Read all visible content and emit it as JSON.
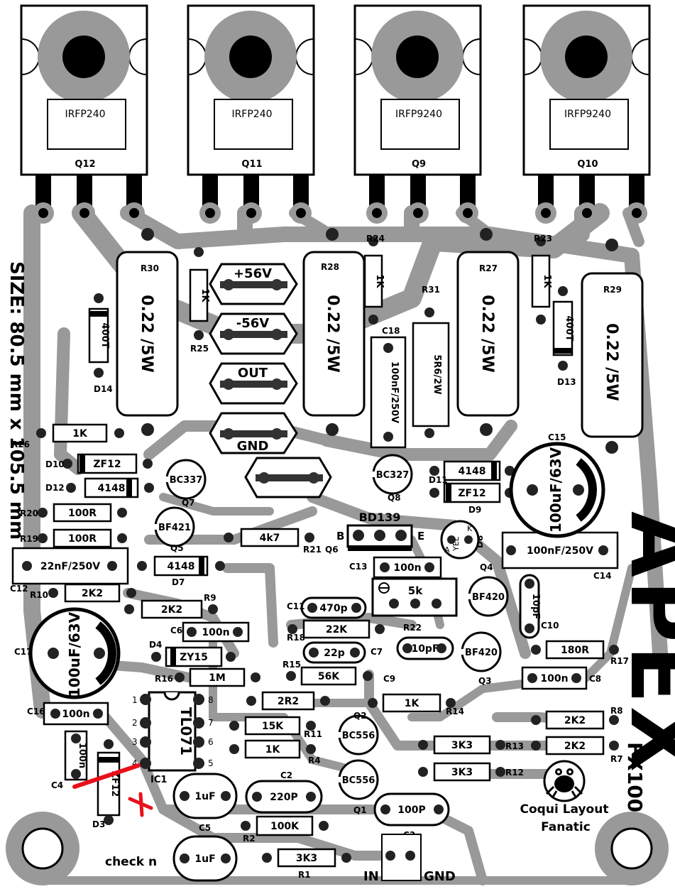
{
  "board": {
    "size_label": "SIZE: 80.5 mm x 105.5 mm",
    "brand_apex": "APEX",
    "model": "FX100",
    "credit_line1": "Coqui Layout",
    "credit_line2": "Fanatic",
    "note": "check n",
    "conn_in": "IN",
    "conn_gnd": "GND"
  },
  "transistors_power": [
    {
      "ref": "Q12",
      "part": "IRFP240"
    },
    {
      "ref": "Q11",
      "part": "IRFP240"
    },
    {
      "ref": "Q9",
      "part": "IRFP9240"
    },
    {
      "ref": "Q10",
      "part": "IRFP9240"
    }
  ],
  "terminals": {
    "pos": "+56V",
    "neg": "-56V",
    "out": "OUT",
    "gnd": "GND"
  },
  "resistors": {
    "R30": "0.22 /5W",
    "R28": "0.22 /5W",
    "R27": "0.22 /5W",
    "R29": "0.22 /5W",
    "R25": "1K",
    "R24": "1K",
    "R23": "1K",
    "R31": "5R6/2W",
    "R26": "1K",
    "R20": "100R",
    "R19": "100R",
    "R10": "2K2",
    "R9": "2K2",
    "R21": "4k7",
    "R18": "22K",
    "R15": "56K",
    "R16": "1M",
    "R14": "1K",
    "R11": "15K",
    "R4": "1K",
    "R13": "3K3",
    "R12": "3K3",
    "R8": "2K2",
    "R7": "2K2",
    "R17": "180R",
    "R2": "100K",
    "R1": "3K3",
    "R22": "5k",
    "R_misc": "2R2"
  },
  "diodes": {
    "D14": "400T",
    "D13": "400T",
    "D10": "ZF12",
    "D12": "4148",
    "D11": "4148",
    "D9": "ZF12",
    "D7": "4148",
    "D4": "ZY15",
    "D3": "ZF12",
    "D8": "YEL"
  },
  "capacitors": {
    "C18": "100nF/250V",
    "C15": "100uF/63V",
    "C14": "100nF/250V",
    "C12": "22nF/250V",
    "C17": "100uF/63V",
    "C16": "100n",
    "C6": "100n",
    "C13": "100n",
    "C11": "470p",
    "C7": "22p",
    "C10": "10pF",
    "C_misc": "10pF",
    "C8": "100n",
    "C4": "100n",
    "C2": "220P",
    "C3": "100P",
    "C5a": "1uF",
    "C5b": "1uF"
  },
  "small_transistors": {
    "Q7": "BC337",
    "Q8": "BC327",
    "Q5": "BF421",
    "Q4": "BF420",
    "Q3": "BF420",
    "Q2": "BC556",
    "Q1": "BC556",
    "Q6": "BD139"
  },
  "ic": {
    "ref": "IC1",
    "part": "TL071",
    "pins": [
      "1",
      "2",
      "3",
      "4",
      "8",
      "7",
      "6",
      "5"
    ]
  },
  "q6_pins": {
    "b": "B",
    "e": "E"
  },
  "led_pins": {
    "a": "A",
    "k": "K"
  },
  "ref_labels": [
    "Q12",
    "Q11",
    "Q9",
    "Q10",
    "R30",
    "R28",
    "R27",
    "R29",
    "R25",
    "R24",
    "R23",
    "R31",
    "D14",
    "D13",
    "C18",
    "C15",
    "D10",
    "D12",
    "D11",
    "D9",
    "Q7",
    "Q8",
    "R26",
    "R20",
    "R19",
    "Q5",
    "R21",
    "Q6",
    "C13",
    "Q4",
    "C14",
    "D8",
    "C12",
    "R10",
    "R9",
    "D7",
    "C11",
    "R18",
    "R22",
    "C10",
    "C6",
    "D4",
    "R16",
    "R15",
    "C7",
    "C9",
    "Q3",
    "R17",
    "C8",
    "C16",
    "C17",
    "R14",
    "Q2",
    "R11",
    "R4",
    "R13",
    "R12",
    "R8",
    "R7",
    "Q1",
    "C4",
    "IC1",
    "C2",
    "D3",
    "C5",
    "R2",
    "C3",
    "R1"
  ],
  "colors": {
    "trace": "#999999",
    "outline": "#000000",
    "background": "#ffffff",
    "correction": "#e8101a"
  }
}
